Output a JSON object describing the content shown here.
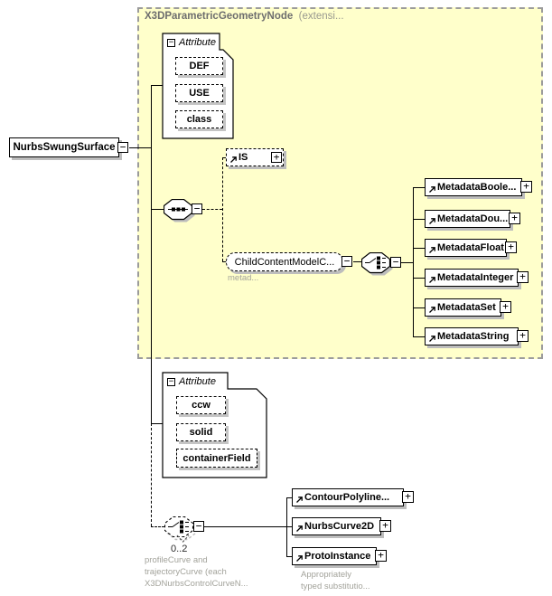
{
  "region": {
    "title": "X3DParametricGeometryNode",
    "title_suffix": "(extensi..."
  },
  "root_element": {
    "label": "NurbsSwungSurface"
  },
  "attribute_group_top": {
    "label": "Attribute",
    "attributes": [
      "DEF",
      "USE",
      "class"
    ]
  },
  "is_element": {
    "label": "IS"
  },
  "child_content_model": {
    "label": "ChildContentModelC...",
    "caption": "metad..."
  },
  "metadata_elements": [
    "MetadataBoole...",
    "MetadataDou...",
    "MetadataFloat",
    "MetadataInteger",
    "MetadataSet",
    "MetadataString"
  ],
  "attribute_group_bottom": {
    "label": "Attribute",
    "attributes": [
      "ccw",
      "solid",
      "containerField"
    ]
  },
  "curve_choice": {
    "occurrence": "0..2",
    "caption_lines": [
      "profileCurve and",
      "trajectoryCurve (each",
      "X3DNurbsControlCurveN..."
    ],
    "elements": [
      "ContourPolyline...",
      "NurbsCurve2D",
      "ProtoInstance"
    ],
    "proto_caption_lines": [
      "Appropriately",
      "typed substitutio..."
    ]
  },
  "icons": {
    "collapse": "−",
    "expand": "+"
  },
  "colors": {
    "region_fill": "#ffffcb",
    "region_border": "#9b9b9b",
    "shadow": "#bdbdbd",
    "caption_text": "#a3a39b",
    "header_text": "#6e6e6e"
  }
}
